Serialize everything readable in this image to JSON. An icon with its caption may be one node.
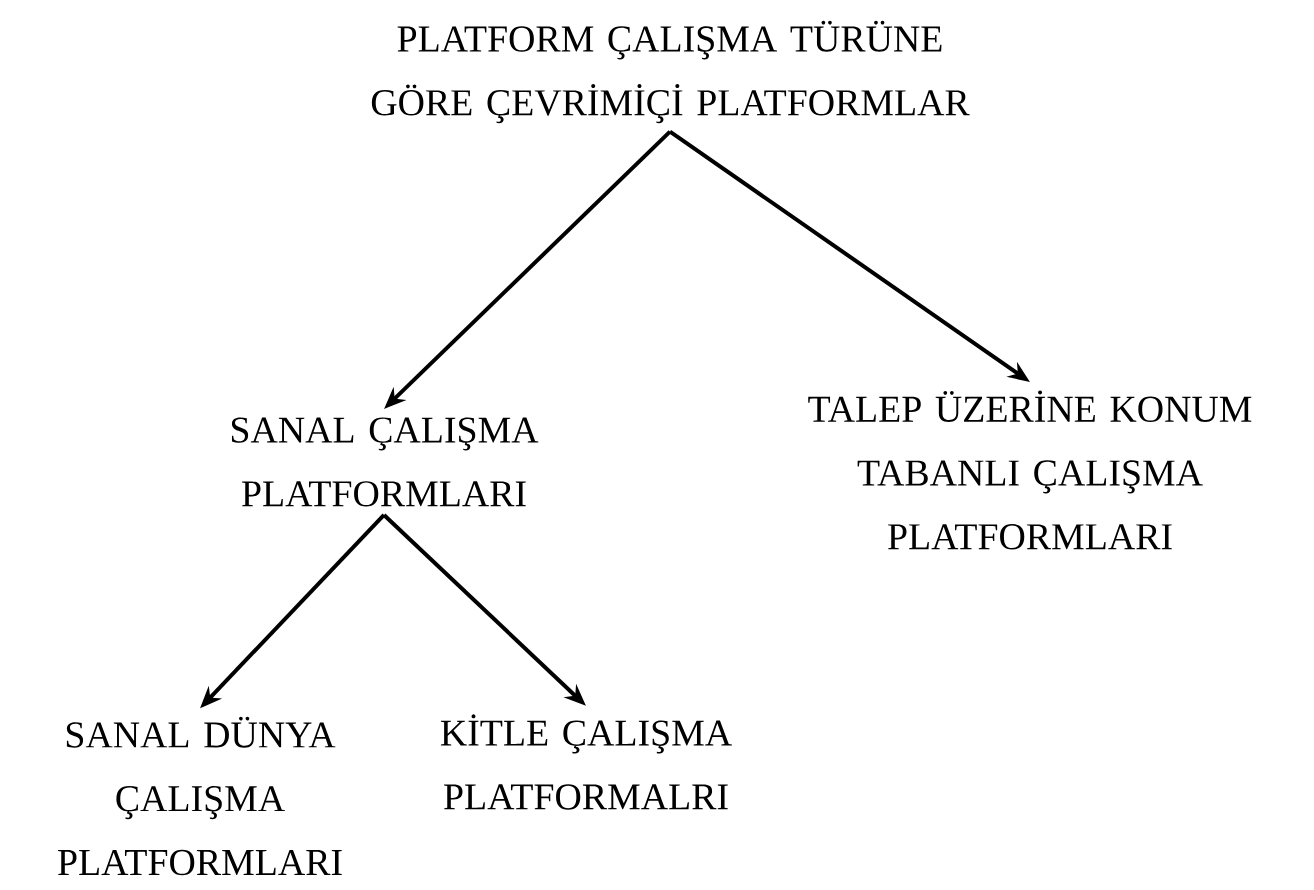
{
  "diagram": {
    "nodes": [
      {
        "text": [
          "PLATFORM ÇALIŞMA TÜRÜNE GÖRE ÇEVRİMİÇİ PLATFORMLAR"
        ]
      },
      {
        "text": [
          "SANAL ÇALIŞMA PLATFORMLARI"
        ]
      },
      {
        "text": [
          "TALEP ÜZERİNE KONUM TABANLI ÇALIŞMA PLATFORMLARI"
        ]
      },
      {
        "text": [
          "SANAL DÜNYA ÇALIŞMA PLATFORMLARI"
        ]
      },
      {
        "text": [
          "KİTLE ÇALIŞMA PLATFORMALRI"
        ]
      }
    ],
    "edges": [
      {
        "from": 0,
        "to": 1,
        "arrow": "to"
      },
      {
        "from": 0,
        "to": 2,
        "arrow": "to"
      },
      {
        "from": 1,
        "to": 3,
        "arrow": "to"
      },
      {
        "from": 1,
        "to": 4,
        "arrow": "to"
      }
    ]
  }
}
